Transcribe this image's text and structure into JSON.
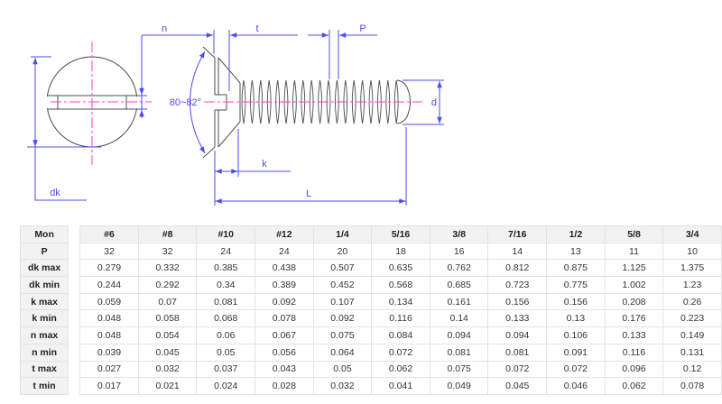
{
  "diagram": {
    "labels": {
      "n": "n",
      "dk": "dk",
      "angle": "80~82°",
      "t": "t",
      "P": "P",
      "d": "d",
      "k": "k",
      "L": "L"
    },
    "colors": {
      "dimension_blue": "#4c4cee",
      "centerline_magenta": "#ff3dc8",
      "outline_gray": "#4d4d4d"
    }
  },
  "table": {
    "header": [
      "Mon",
      "#6",
      "#8",
      "#10",
      "#12",
      "1/4",
      "5/16",
      "3/8",
      "7/16",
      "1/2",
      "5/8",
      "3/4"
    ],
    "rows": [
      {
        "label": "P",
        "values": [
          "32",
          "32",
          "24",
          "24",
          "20",
          "18",
          "16",
          "14",
          "13",
          "11",
          "10"
        ]
      },
      {
        "label": "dk max",
        "values": [
          "0.279",
          "0.332",
          "0.385",
          "0.438",
          "0.507",
          "0.635",
          "0.762",
          "0.812",
          "0.875",
          "1.125",
          "1.375"
        ]
      },
      {
        "label": "dk min",
        "values": [
          "0.244",
          "0.292",
          "0.34",
          "0.389",
          "0.452",
          "0.568",
          "0.685",
          "0.723",
          "0.775",
          "1.002",
          "1.23"
        ]
      },
      {
        "label": "k max",
        "values": [
          "0.059",
          "0.07",
          "0.081",
          "0.092",
          "0.107",
          "0.134",
          "0.161",
          "0.156",
          "0.156",
          "0.208",
          "0.26"
        ]
      },
      {
        "label": "k min",
        "values": [
          "0.048",
          "0.058",
          "0.068",
          "0.078",
          "0.092",
          "0.116",
          "0.14",
          "0.133",
          "0.13",
          "0.176",
          "0.223"
        ]
      },
      {
        "label": "n max",
        "values": [
          "0.048",
          "0.054",
          "0.06",
          "0.067",
          "0.075",
          "0.084",
          "0.094",
          "0.094",
          "0.106",
          "0.133",
          "0.149"
        ]
      },
      {
        "label": "n min",
        "values": [
          "0.039",
          "0.045",
          "0.05",
          "0.056",
          "0.064",
          "0.072",
          "0.081",
          "0.081",
          "0.091",
          "0.116",
          "0.131"
        ]
      },
      {
        "label": "t max",
        "values": [
          "0.027",
          "0.032",
          "0.037",
          "0.043",
          "0.05",
          "0.062",
          "0.075",
          "0.072",
          "0.072",
          "0.096",
          "0.12"
        ]
      },
      {
        "label": "t min",
        "values": [
          "0.017",
          "0.021",
          "0.024",
          "0.028",
          "0.032",
          "0.041",
          "0.049",
          "0.045",
          "0.046",
          "0.062",
          "0.078"
        ]
      }
    ]
  }
}
